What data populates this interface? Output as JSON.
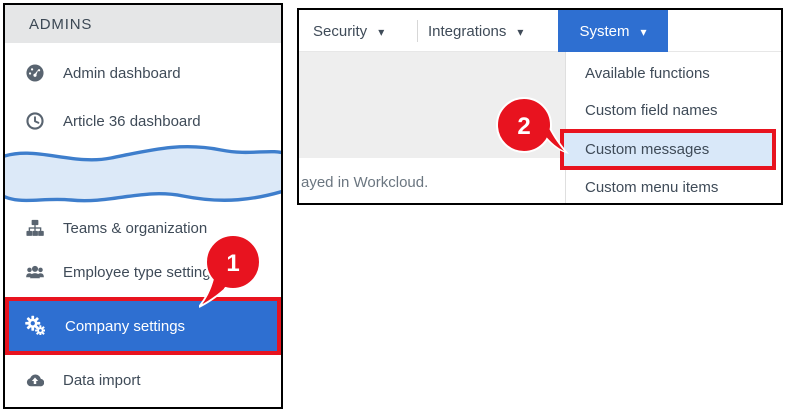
{
  "sidebar": {
    "header": "ADMINS",
    "items": [
      {
        "label": "Admin dashboard",
        "icon": "gauge-icon"
      },
      {
        "label": "Article 36 dashboard",
        "icon": "clock-icon"
      },
      {
        "label": "Teams & organization",
        "icon": "org-chart-icon"
      },
      {
        "label": "Employee type setting",
        "icon": "users-icon"
      },
      {
        "label": "Company settings",
        "icon": "gears-icon",
        "selected": true,
        "highlighted_step": "1"
      },
      {
        "label": "Data import",
        "icon": "cloud-upload-icon"
      }
    ]
  },
  "menu": {
    "tabs": [
      {
        "label": "Security",
        "icon": "chevron-down-icon",
        "active": false
      },
      {
        "label": "Integrations",
        "icon": "chevron-down-icon",
        "active": false
      },
      {
        "label": "System",
        "icon": "chevron-down-icon",
        "active": true
      }
    ],
    "caret": "▾",
    "dropdown_items": [
      {
        "label": "Available functions"
      },
      {
        "label": "Custom field names"
      },
      {
        "label": "Custom messages",
        "highlighted": true,
        "highlighted_step": "2"
      },
      {
        "label": "Custom menu items"
      }
    ],
    "partial_text": "ayed in Workcloud."
  },
  "callouts": {
    "step1": "1",
    "step2": "2"
  },
  "colors": {
    "accent_blue": "#2e6fd1",
    "highlight_blue": "#d9e8f9",
    "callout_red": "#e8131f",
    "header_gray": "#e5e6e7",
    "content_gray": "#eeeeee",
    "text_slate": "#3f4b58",
    "muted_text": "#6b7680",
    "wave_fill": "#dce9f8",
    "wave_stroke": "#3e7ecc"
  }
}
